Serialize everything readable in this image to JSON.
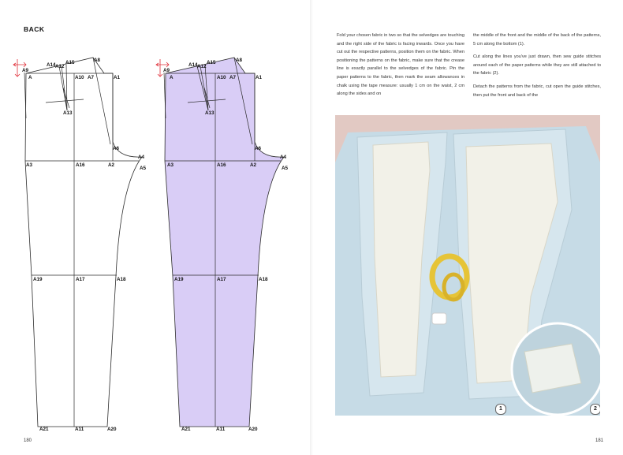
{
  "left_page": {
    "heading": "BACK",
    "page_number": "180",
    "pattern_labels": [
      "A",
      "A1",
      "A2",
      "A3",
      "A4",
      "A5",
      "A6",
      "A7",
      "A8",
      "A9",
      "A10",
      "A11",
      "A12",
      "A13",
      "A14",
      "A15",
      "A16",
      "A17",
      "A18",
      "A19",
      "A20",
      "A21"
    ],
    "colors": {
      "line": "#2b2b2b",
      "fill_pattern": "#d9cdf6",
      "marker": "#e0303a"
    }
  },
  "right_page": {
    "page_number": "181",
    "paragraphs": [
      "Fold your chosen fabric in two so that the selvedges are touching and the right side of the fabric is facing inwards. Once you have cut out the respective patterns, position them on the fabric. When positioning the patterns on the fabric, make sure that the crease line is exactly parallel to the selvedges of the fabric. Pin the paper patterns to the fabric, then mark the seam allowances in chalk using the tape measure: usually 1 cm on the waist, 2 cm along the sides and on the middle of the front and the middle of the back of the patterns, 5 cm along the bottom (1).",
      "Cut along the lines you've just drawn, then sew guide stitches around each of the paper patterns while they are still attached to the fabric (2).",
      "Detach the patterns from the fabric, cut open the guide stitches, then put the front and back of the"
    ],
    "photo_badges": [
      "1",
      "2"
    ],
    "colors": {
      "photo_background": "#e2c9c3",
      "fabric": "#c6dbe6",
      "paper": "#f2f1e8"
    }
  }
}
